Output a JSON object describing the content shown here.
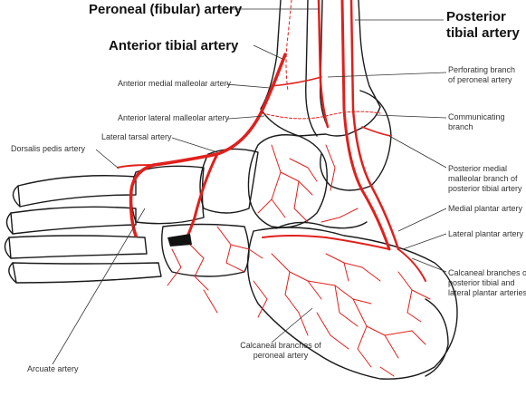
{
  "labels": {
    "peroneal": "Peroneal (fibular) artery",
    "posterior_tibial_line1": "Posterior",
    "posterior_tibial_line2": "tibial artery",
    "anterior_tibial": "Anterior tibial artery",
    "anterior_medial_malleolar": "Anterior medial malleolar artery",
    "anterior_lateral_malleolar": "Anterior lateral malleolar artery",
    "lateral_tarsal": "Lateral tarsal artery",
    "dorsalis_pedis": "Dorsalis pedis artery",
    "perforating_branch_line1": "Perforating branch",
    "perforating_branch_line2": "of peroneal artery",
    "communicating_line1": "Communicating",
    "communicating_line2": "branch",
    "posterior_medial_malleolar_line1": "Posterior medial",
    "posterior_medial_malleolar_line2": "malleolar branch of",
    "posterior_medial_malleolar_line3": "posterior tibial artery",
    "medial_plantar": "Medial plantar artery",
    "lateral_plantar": "Lateral plantar artery",
    "calcaneal_pt_line1": "Calcaneal branches of",
    "calcaneal_pt_line2": "posterior tibial and",
    "calcaneal_pt_line3": "lateral plantar arteries",
    "calcaneal_per_line1": "Calcaneal branches of",
    "calcaneal_per_line2": "peroneal artery",
    "arcuate": "Arcuate artery"
  },
  "colors": {
    "artery": "#e0201c",
    "bone_outline": "#1a1a1a",
    "leader_line": "#333333"
  }
}
